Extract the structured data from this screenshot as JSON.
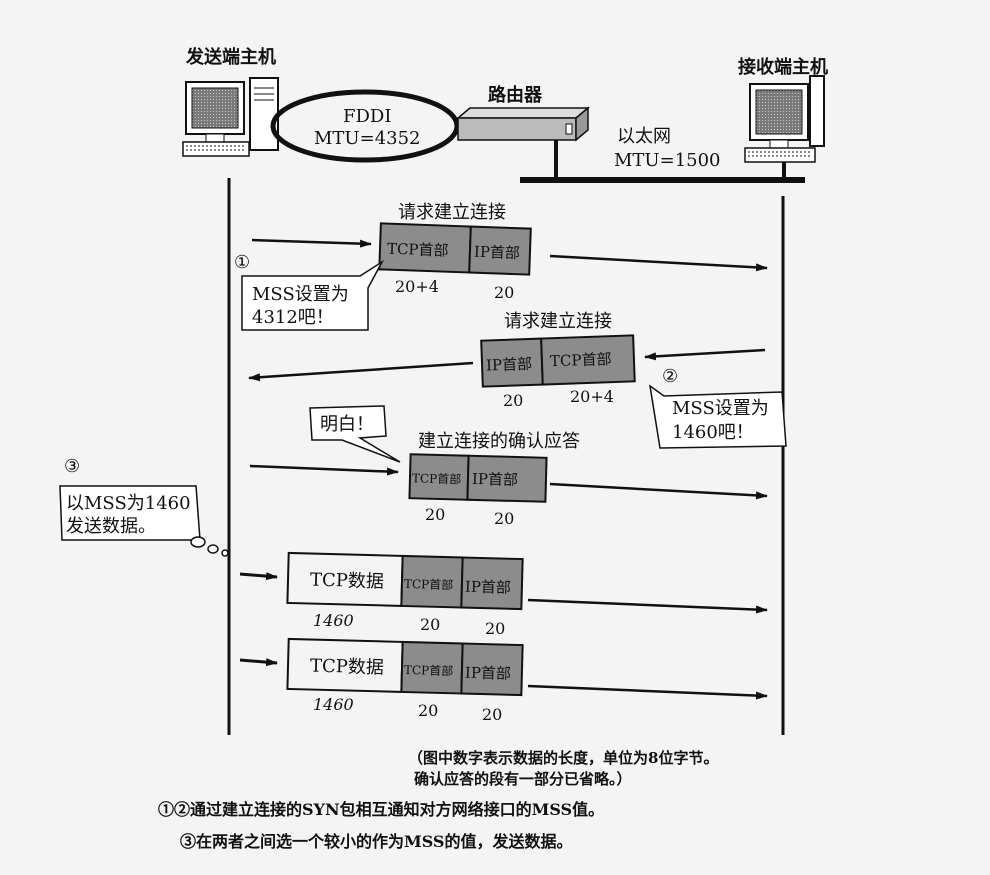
{
  "hosts": {
    "sender_label": "发送端主机",
    "receiver_label": "接收端主机",
    "router_label": "路由器"
  },
  "networks": {
    "fddi_name": "FDDI",
    "fddi_mtu": "MTU=4352",
    "ethernet_name": "以太网",
    "ethernet_mtu": "MTU=1500"
  },
  "steps": {
    "step1": {
      "marker": "①",
      "title": "请求建立连接",
      "seg_tcp": "TCP首部",
      "seg_ip": "IP首部",
      "len_tcp": "20+4",
      "len_ip": "20",
      "bubble_line1": "MSS设置为",
      "bubble_line2": "4312吧！"
    },
    "step2": {
      "marker": "②",
      "title": "请求建立连接",
      "seg_ip": "IP首部",
      "seg_tcp": "TCP首部",
      "len_ip": "20",
      "len_tcp": "20+4",
      "bubble_line1": "MSS设置为",
      "bubble_line2": "1460吧！"
    },
    "ack": {
      "title": "建立连接的确认应答",
      "bubble": "明白！",
      "seg_tcp": "TCP首部",
      "seg_ip": "IP首部",
      "len_tcp": "20",
      "len_ip": "20"
    },
    "step3": {
      "marker": "③",
      "bubble_line1": "以MSS为1460",
      "bubble_line2": "发送数据。"
    },
    "data_packets": [
      {
        "seg_data": "TCP数据",
        "seg_tcp": "TCP首部",
        "seg_ip": "IP首部",
        "len_data": "1460",
        "len_tcp": "20",
        "len_ip": "20"
      },
      {
        "seg_data": "TCP数据",
        "seg_tcp": "TCP首部",
        "seg_ip": "IP首部",
        "len_data": "1460",
        "len_tcp": "20",
        "len_ip": "20"
      }
    ]
  },
  "note": {
    "line1": "（图中数字表示数据的长度，单位为8位字节。",
    "line2": "确认应答的段有一部分已省略。）"
  },
  "caption": {
    "line1": "①②通过建立连接的SYN包相互通知对方网络接口的MSS值。",
    "line2": "③在两者之间选一个较小的作为MSS的值，发送数据。"
  },
  "colors": {
    "header_fill": "#8c8c8c",
    "data_fill": "#f4f4f4",
    "line": "#111111"
  }
}
